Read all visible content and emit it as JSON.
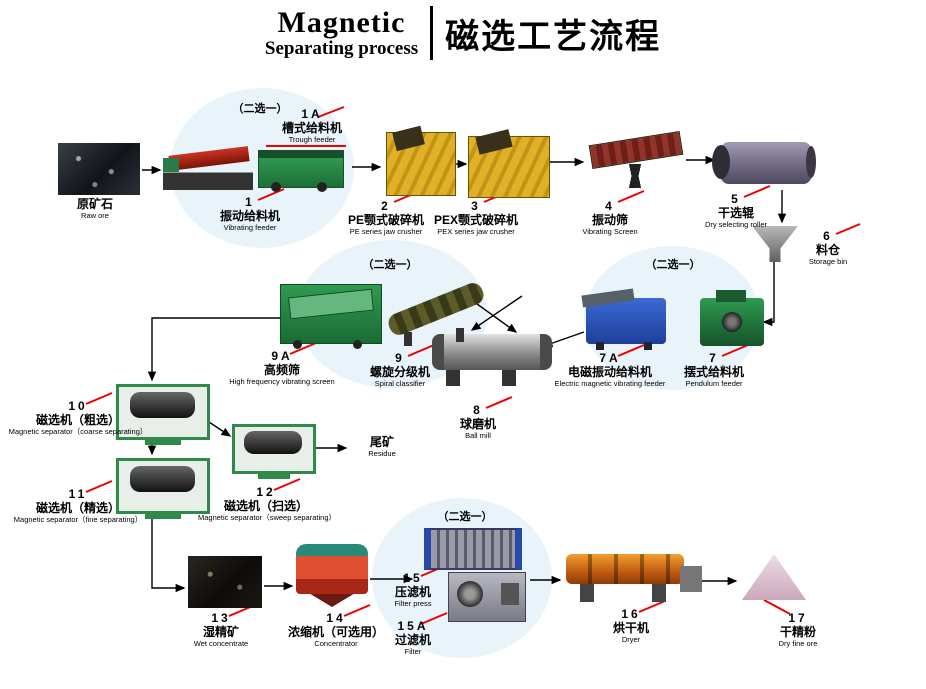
{
  "header": {
    "title_en_line1": "Magnetic",
    "title_en_line2": "Separating process",
    "title_zh": "磁选工艺流程"
  },
  "choice_label": "（二选一）",
  "colors": {
    "accent_red": "#ee0000",
    "circle_fill": "#e9f4fa",
    "arrow": "#000000"
  },
  "nodes": {
    "raw_ore": {
      "num": "",
      "zh": "原矿石",
      "en": "Raw ore"
    },
    "vibrating_feeder": {
      "num": "1",
      "zh": "振动给料机",
      "en": "Vibrating feeder"
    },
    "trough_feeder": {
      "num": "1A",
      "zh": "槽式给料机",
      "en": "Trough feeder"
    },
    "pe_jaw_crusher": {
      "num": "2",
      "zh": "PE颚式破碎机",
      "en": "PE series jaw crusher"
    },
    "pex_jaw_crusher": {
      "num": "3",
      "zh": "PEX颚式破碎机",
      "en": "PEX series jaw crusher"
    },
    "vibrating_screen": {
      "num": "4",
      "zh": "振动筛",
      "en": "Vibrating Screen"
    },
    "dry_selecting_roller": {
      "num": "5",
      "zh": "干选辊",
      "en": "Dry selecting roller"
    },
    "storage_bin": {
      "num": "6",
      "zh": "料仓",
      "en": "Storage bin"
    },
    "pendulum_feeder": {
      "num": "7",
      "zh": "摆式给料机",
      "en": "Pendulum feeder"
    },
    "em_vibrating_feeder": {
      "num": "7A",
      "zh": "电磁振动给料机",
      "en": "Electric magnetic vibrating feeder"
    },
    "ball_mill": {
      "num": "8",
      "zh": "球磨机",
      "en": "Ball mill"
    },
    "spiral_classifier": {
      "num": "9",
      "zh": "螺旋分级机",
      "en": "Spiral classifier"
    },
    "hf_screen": {
      "num": "9A",
      "zh": "高频筛",
      "en": "High frequency vibrating screen"
    },
    "mag_sep_coarse": {
      "num": "10",
      "zh": "磁选机（粗选）",
      "en": "Magnetic separator（coarse separating）"
    },
    "residue": {
      "num": "",
      "zh": "尾矿",
      "en": "Residue"
    },
    "mag_sep_fine": {
      "num": "11",
      "zh": "磁选机（精选）",
      "en": "Magnetic separator（fine separating）"
    },
    "mag_sep_sweep": {
      "num": "12",
      "zh": "磁选机（扫选）",
      "en": "Magnetic separator（sweep separating）"
    },
    "wet_concentrate": {
      "num": "13",
      "zh": "湿精矿",
      "en": "Wet concentrate"
    },
    "concentrator": {
      "num": "14",
      "zh": "浓缩机（可选用）",
      "en": "Concentrator"
    },
    "filter_press": {
      "num": "15",
      "zh": "压滤机",
      "en": "Filter press"
    },
    "filter": {
      "num": "15A",
      "zh": "过滤机",
      "en": "Filter"
    },
    "dryer": {
      "num": "16",
      "zh": "烘干机",
      "en": "Dryer"
    },
    "dry_fine_ore": {
      "num": "17",
      "zh": "干精粉",
      "en": "Dry fine ore"
    }
  }
}
